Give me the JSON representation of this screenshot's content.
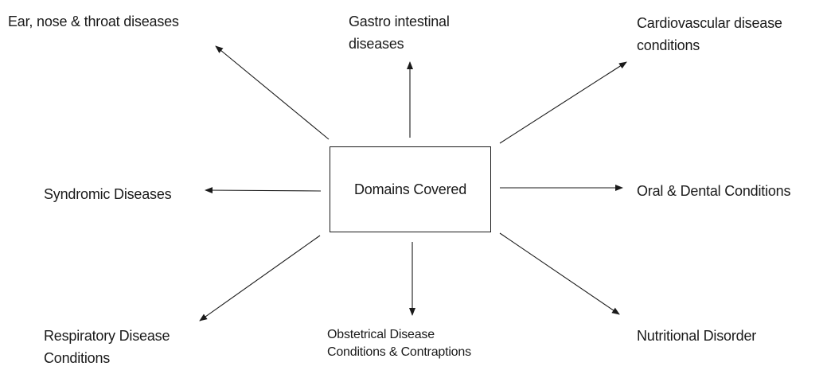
{
  "center": {
    "label": "Domains Covered"
  },
  "domains": {
    "ent": {
      "line1": "Ear, nose & throat diseases"
    },
    "gastro": {
      "line1": "Gastro intestinal",
      "line2": "diseases"
    },
    "cardio": {
      "line1": "Cardiovascular disease",
      "line2": "conditions"
    },
    "syndromic": {
      "line1": "Syndromic Diseases"
    },
    "oral": {
      "line1": "Oral & Dental Conditions"
    },
    "respiratory": {
      "line1": "Respiratory Disease",
      "line2": "Conditions"
    },
    "obstetrical": {
      "line1": "Obstetrical Disease",
      "line2": "Conditions & Contraptions"
    },
    "nutritional": {
      "line1": "Nutritional Disorder"
    }
  },
  "colors": {
    "stroke": "#1a1a1a",
    "background": "#ffffff"
  }
}
